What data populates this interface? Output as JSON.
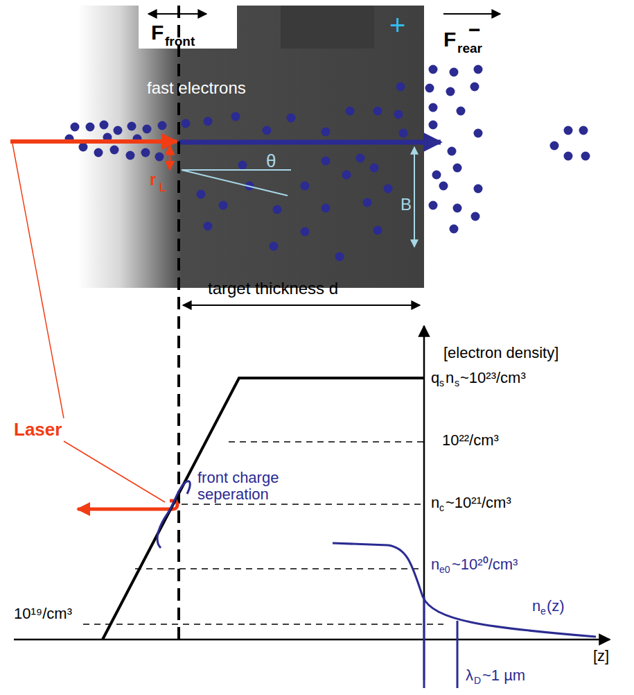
{
  "diagram": {
    "labels": [
      "F",
      "front",
      "F",
      "rear",
      "+",
      "−",
      "fast electrons",
      "r",
      "L",
      "θ",
      "B",
      "target thickness d",
      "Laser",
      "[electron density]",
      "q",
      "s",
      "n",
      "s",
      "~10²³/cm³",
      "10²²/cm³",
      "n",
      "c",
      "~10²¹/cm³",
      "front charge seperation",
      "n",
      "e0",
      "~10²⁰/cm³",
      "10¹⁹/cm³",
      "n",
      "e",
      "(z)",
      "λ",
      "D",
      "~1 µm",
      "[z]"
    ]
  }
}
